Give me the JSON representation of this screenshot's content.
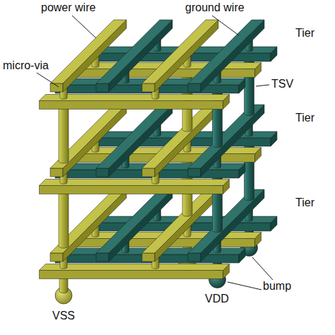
{
  "diagram": {
    "labels": [
      "power wire",
      "ground wire",
      "Tier",
      "micro-via",
      "TSV",
      "Tier",
      "Tier",
      "bump",
      "VSS",
      "VDD"
    ]
  }
}
